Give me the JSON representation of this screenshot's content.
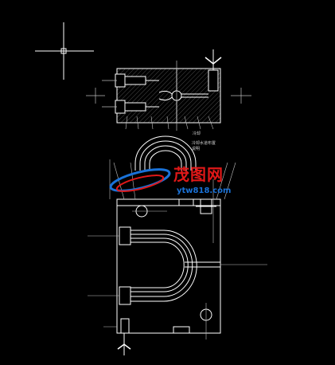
{
  "watermark": {
    "title": "茂图网",
    "url": "ytw818.com",
    "color_title": "#e01818",
    "color_url": "#1a72d8"
  },
  "annotations": {
    "note_1": "冷却",
    "note_2": "冷却水道布置",
    "note_3": "说明"
  },
  "colors": {
    "background": "#000000",
    "lines": "#ffffff",
    "centerline": "#bdbdbd"
  }
}
